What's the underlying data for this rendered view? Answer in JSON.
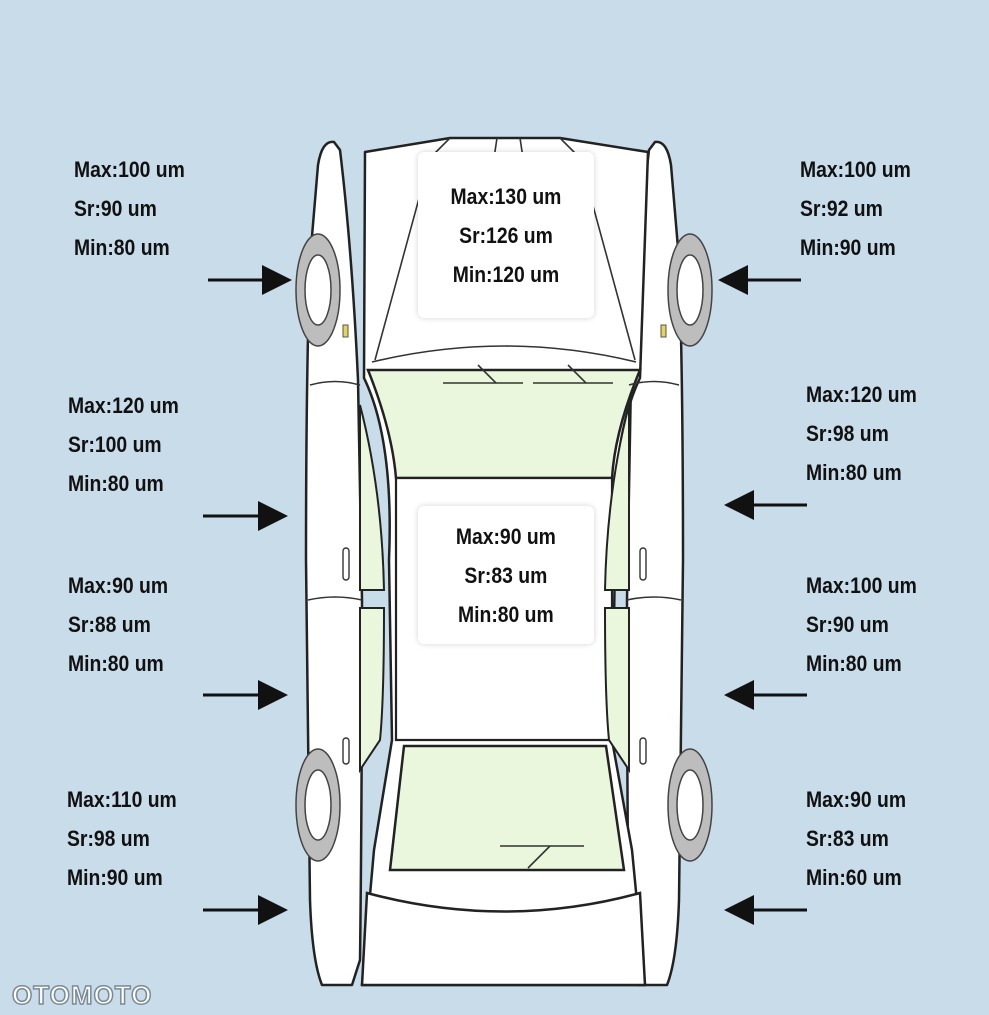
{
  "readings": {
    "roof_front": {
      "max": "Max:130 um",
      "sr": "Sr:126 um",
      "min": "Min:120 um"
    },
    "roof_center": {
      "max": "Max:90 um",
      "sr": "Sr:83 um",
      "min": "Min:80 um"
    },
    "left_front_fender": {
      "max": "Max:100 um",
      "sr": "Sr:90 um",
      "min": "Min:80 um"
    },
    "left_front_door": {
      "max": "Max:120 um",
      "sr": "Sr:100 um",
      "min": "Min:80 um"
    },
    "left_rear_door": {
      "max": "Max:90 um",
      "sr": "Sr:88 um",
      "min": "Min:80 um"
    },
    "left_rear_fender": {
      "max": "Max:110 um",
      "sr": "Sr:98 um",
      "min": "Min:90 um"
    },
    "right_front_fender": {
      "max": "Max:100 um",
      "sr": "Sr:92 um",
      "min": "Min:90 um"
    },
    "right_front_door": {
      "max": "Max:120 um",
      "sr": "Sr:98 um",
      "min": "Min:80 um"
    },
    "right_rear_door": {
      "max": "Max:100 um",
      "sr": "Sr:90 um",
      "min": "Min:80 um"
    },
    "right_rear_fender": {
      "max": "Max:90 um",
      "sr": "Sr:83 um",
      "min": "Min:60 um"
    }
  },
  "watermark": "OTOMOTO",
  "colors": {
    "background": "#c9dcea",
    "glass": "#eaf7dc",
    "body": "#ffffff",
    "outline": "#222222",
    "wheel": "#bdbdbd"
  }
}
